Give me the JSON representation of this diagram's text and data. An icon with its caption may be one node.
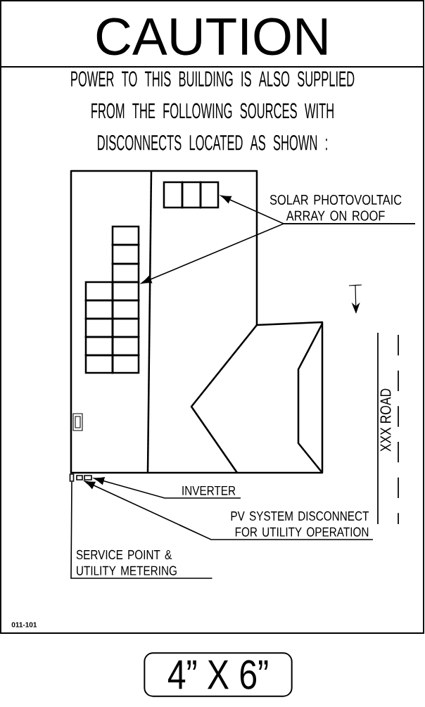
{
  "diagram": {
    "title": "CAUTION",
    "nodes": [
      {
        "text": [
          "SOLAR PHOTOVOLTAIC ARRAY ON ROOF"
        ]
      },
      {
        "text": [],
        "shape": "box"
      },
      {
        "text": [],
        "shape": "box"
      },
      {
        "text": [
          "INVERTER"
        ]
      },
      {
        "text": [
          "PV SYSTEM DISCONNECT FOR UTILITY OPERATION"
        ]
      },
      {
        "text": [
          "SERVICE POINT & UTILITY METERING"
        ]
      },
      {
        "text": [],
        "shape": "box"
      },
      {
        "text": [],
        "shape": "box"
      },
      {
        "text": [],
        "shape": "box"
      },
      {
        "text": [
          "4” X 6”"
        ]
      }
    ],
    "edges": [
      {
        "from": 0,
        "to": 1,
        "arrow": "to"
      },
      {
        "from": 0,
        "to": 2,
        "arrow": "to"
      },
      {
        "from": 3,
        "to": 8,
        "arrow": "to"
      },
      {
        "from": 4,
        "to": 7,
        "arrow": "to"
      },
      {
        "from": 5,
        "to": 6,
        "arrow": "none"
      }
    ],
    "labels": [
      "POWER TO THIS BUILDING IS ALSO SUPPLIED FROM THE FOLLOWING SOURCES WITH DISCONNECTS LOCATED AS SHOWN :",
      "XXX ROAD",
      "011-101"
    ]
  }
}
